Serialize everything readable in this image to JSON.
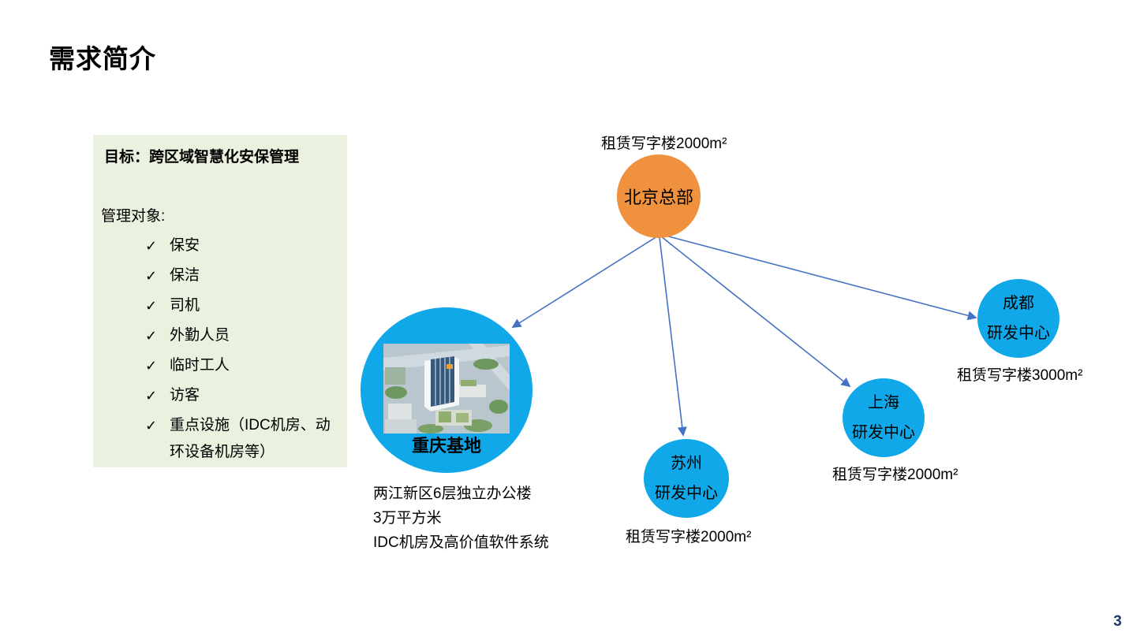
{
  "page": {
    "title": "需求简介",
    "page_number": "3"
  },
  "goal_panel": {
    "bg_color": "#EAF1DE",
    "title": "目标：跨区域智慧化安保管理",
    "subtitle": "管理对象:",
    "check_glyph": "✓",
    "items": [
      "保安",
      "保洁",
      "司机",
      "外勤人员",
      "临时工人",
      "访客",
      "重点设施（IDC机房、动环设备机房等）"
    ]
  },
  "diagram": {
    "arrow_color": "#4472C4",
    "hq_color": "#F0913D",
    "branch_color": "#10A8E8",
    "hq": {
      "label": "北京总部",
      "note": "租赁写字楼2000m²"
    },
    "chongqing": {
      "label": "重庆基地",
      "photo": "chongqing-campus-aerial-photo",
      "details": [
        "两江新区6层独立办公楼",
        "3万平方米",
        "IDC机房及高价值软件系统"
      ]
    },
    "branches": [
      {
        "name": "suzhou",
        "city": "苏州",
        "type": "研发中心",
        "note": "租赁写字楼2000m²"
      },
      {
        "name": "shanghai",
        "city": "上海",
        "type": "研发中心",
        "note": "租赁写字楼2000m²"
      },
      {
        "name": "chengdu",
        "city": "成都",
        "type": "研发中心",
        "note": "租赁写字楼3000m²"
      }
    ]
  }
}
